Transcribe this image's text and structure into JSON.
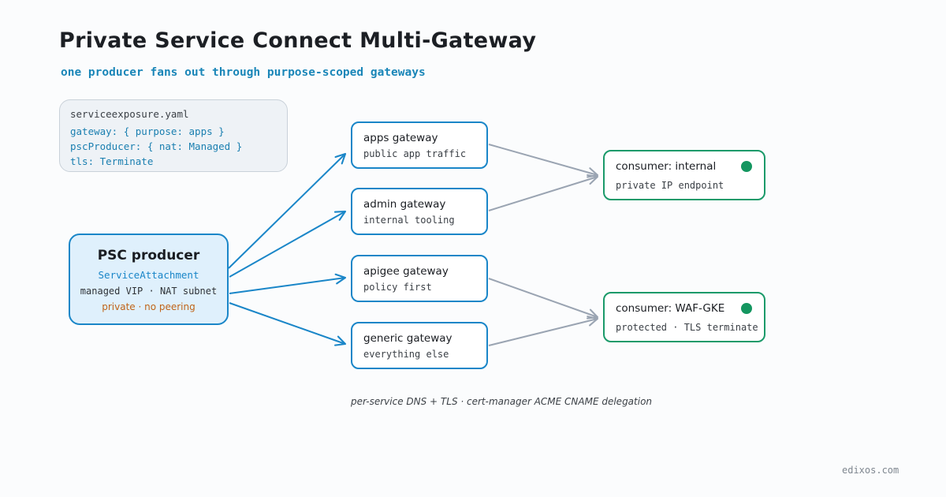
{
  "title": "Private Service Connect Multi-Gateway",
  "subtitle": "one producer fans out through purpose-scoped gateways",
  "config": {
    "filename": "serviceexposure.yaml",
    "lines": [
      "gateway: { purpose: apps }",
      "pscProducer: { nat: Managed }",
      "tls: Terminate"
    ]
  },
  "producer": {
    "title": "PSC producer",
    "subtitle": "ServiceAttachment",
    "meta": "managed VIP · NAT subnet",
    "note": "private · no peering"
  },
  "gateways": [
    {
      "name": "apps gateway",
      "desc": "public app traffic"
    },
    {
      "name": "admin gateway",
      "desc": "internal tooling"
    },
    {
      "name": "apigee gateway",
      "desc": "policy first"
    },
    {
      "name": "generic gateway",
      "desc": "everything else"
    }
  ],
  "consumers": [
    {
      "name": "consumer: internal",
      "desc": "private IP endpoint"
    },
    {
      "name": "consumer: WAF-GKE",
      "desc": "protected · TLS terminate"
    }
  ],
  "footnote": "per-service DNS + TLS · cert-manager ACME CNAME delegation",
  "brand": "edixos.com",
  "colors": {
    "producer_accent": "#1a86c8",
    "producer_fill": "#dff0fc",
    "consumer_accent": "#1b9a6a",
    "status_dot": "#149660",
    "gray_arrow": "#9aa4b2",
    "note": "#c06418"
  }
}
